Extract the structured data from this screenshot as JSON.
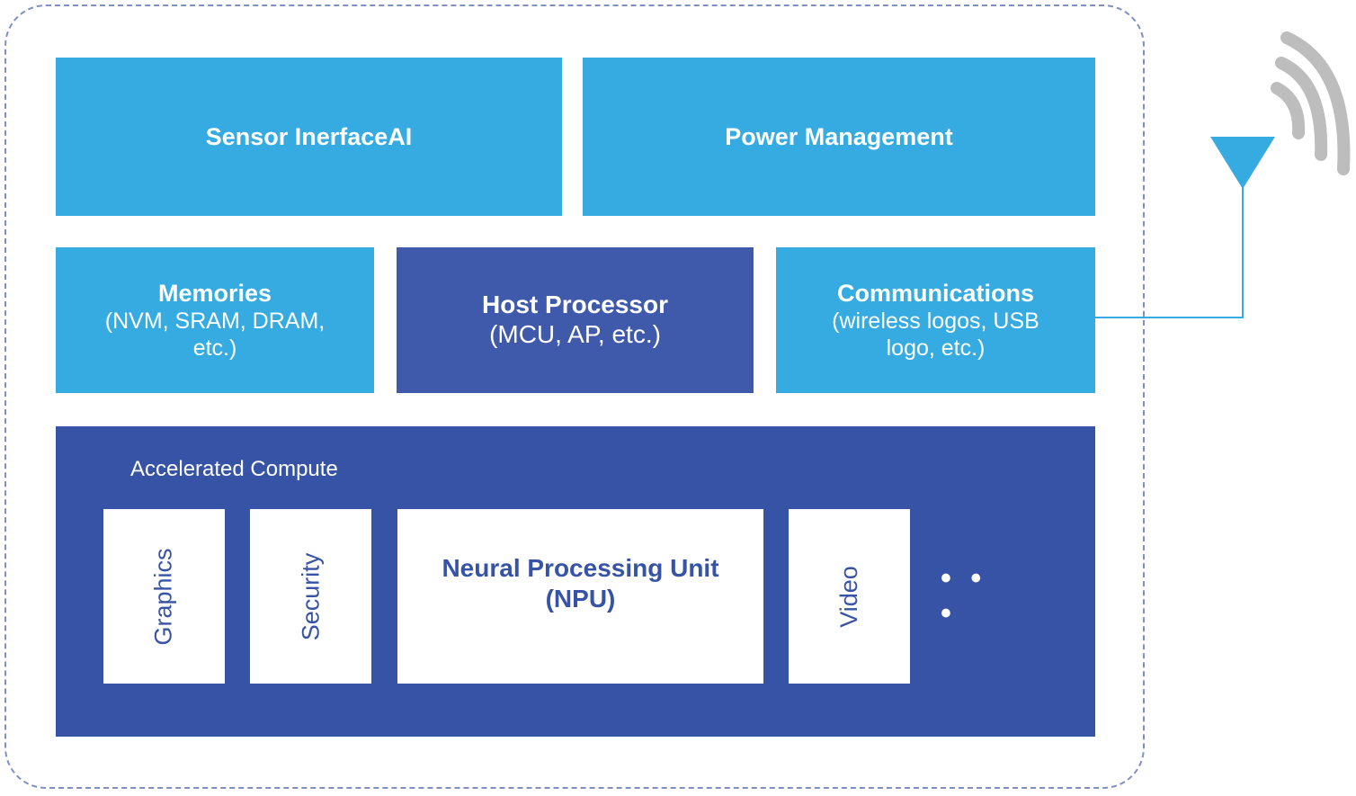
{
  "diagram": {
    "blocks": {
      "sensor_interface": {
        "title": "Sensor InerfaceAI"
      },
      "power_management": {
        "title": "Power Management"
      },
      "memories": {
        "title": "Memories",
        "subtitle_line1": "(NVM, SRAM, DRAM,",
        "subtitle_line2": "etc.)"
      },
      "host_processor": {
        "title": "Host Processor",
        "subtitle": "(MCU, AP, etc.)"
      },
      "communications": {
        "title": "Communications",
        "subtitle_line1": "(wireless logos, USB",
        "subtitle_line2": "logo, etc.)"
      }
    },
    "accelerated_compute": {
      "label": "Accelerated Compute",
      "units": {
        "graphics": "Graphics",
        "security": "Security",
        "npu_line1": "Neural Processing Unit",
        "npu_line2": "(NPU)",
        "video": "Video"
      },
      "more": "• • •"
    },
    "antenna": {
      "icon": "wireless-antenna-icon"
    },
    "colors": {
      "light_blue": "#35abe2",
      "dark_blue": "#3f5aaa",
      "compute_blue": "#3753a5",
      "signal_gray": "#bdbdbd",
      "frame_dash": "#7d8fc4"
    }
  }
}
